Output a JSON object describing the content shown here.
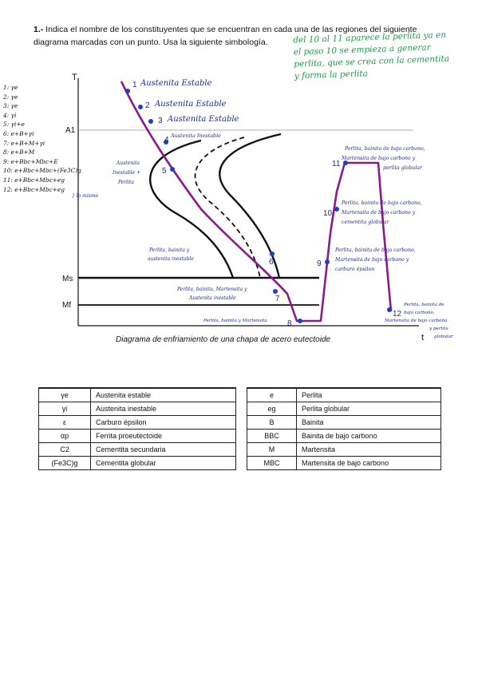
{
  "question": {
    "number": "1.-",
    "text": " Indica el nombre de los constituyentes que se encuentran en cada una de las regiones del siguiente diagrama marcadas con un punto. Usa la siguiente simbología."
  },
  "green_note": "del 10 al 11 aparece la perlita ya en el paso 10 se empieza a generar perlita, que se crea con la cementita y forma la perlita",
  "left_legend": [
    "1: γe",
    "2: γe",
    "3: γe",
    "4: γi",
    "5: γi+e",
    "6: e+B+γi",
    "7: e+B+M+γi",
    "8: e+B+M",
    "9: e+Bbc+Mbc+E",
    "10: e+Bbc+Mbc+(Fe3C)g",
    "11: e+Bbc+Mbc+eg",
    "12: e+Bbc+Mbc+eg"
  ],
  "side_note": "} lo mismo",
  "diagram": {
    "axis_T": "T",
    "axis_t": "t",
    "A1": "A1",
    "Ms": "Ms",
    "Mf": "Mf",
    "caption": "Diagrama de enfriamiento de una chapa de acero eutectoide",
    "points": [
      {
        "n": "1",
        "label": "Austenita Estable"
      },
      {
        "n": "2",
        "label": "Austenita Estable"
      },
      {
        "n": "3",
        "label": "Austenita Estable"
      },
      {
        "n": "4",
        "label": "Austenita Inestable"
      },
      {
        "n": "5",
        "label": "Austenita Inestable + Perlita"
      },
      {
        "n": "6",
        "label": "Perlita, bainita y austenita inestable"
      },
      {
        "n": "7",
        "label": "Perlita, bainita, Martensita y Austenita inestable"
      },
      {
        "n": "8",
        "label": "Perlita, bainita y Martensita"
      },
      {
        "n": "9",
        "label": "Perlita, bainita de bajo carbono, Martensita de bajo carbono y carburo épsilon"
      },
      {
        "n": "10",
        "label": "Perlita, bainita de bajo carbono, Martensita de bajo carbono y cementita globular"
      },
      {
        "n": "11",
        "label": "Perlita, bainita de bajo carbono, Martensita de bajo carbono y perlita globular"
      },
      {
        "n": "12",
        "label": "Perlita, bainita de bajo carbono, Martensita de bajo carbono y perlita globular"
      }
    ]
  },
  "table_left": [
    {
      "symbol": "γe",
      "name": "Austenita estable"
    },
    {
      "symbol": "γi",
      "name": "Austenita inestable"
    },
    {
      "symbol": "ε",
      "name": "Carburo épsilon"
    },
    {
      "symbol": "αp",
      "name": "Ferrita proeutectoide"
    },
    {
      "symbol": "C2",
      "name": "Cementita secundaria"
    },
    {
      "symbol": "(Fe3C)g",
      "name": "Cementita globular"
    }
  ],
  "table_right": [
    {
      "symbol": "e",
      "name": "Perlita"
    },
    {
      "symbol": "eg",
      "name": "Perlita globular"
    },
    {
      "symbol": "B",
      "name": "Bainita"
    },
    {
      "symbol": "BBC",
      "name": "Bainita de bajo carbono"
    },
    {
      "symbol": "M",
      "name": "Martensita"
    },
    {
      "symbol": "MBC",
      "name": "Martensita de bajo carbono"
    }
  ],
  "colors": {
    "cooling_curve": "#8a1a8c",
    "points": "#1d3fc4",
    "handwriting": "#1d2a8f",
    "green_note": "#1f9a4a"
  }
}
